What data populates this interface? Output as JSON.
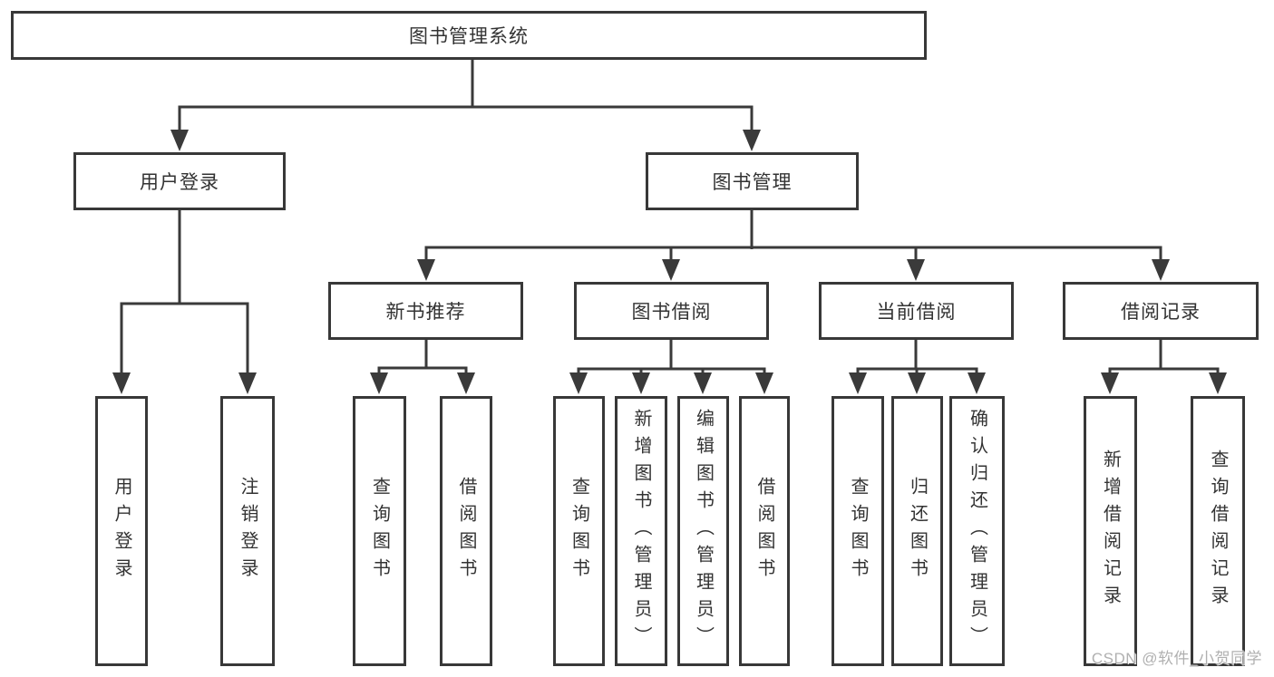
{
  "watermark": "CSDN @软件_小贺同学",
  "colors": {
    "line": "#3a3a3a",
    "box_border": "#383838",
    "text": "#333333",
    "watermark": "#b0b0b0",
    "background": "#ffffff"
  },
  "nodes": {
    "root": "图书管理系统",
    "user_login": "用户登录",
    "book_mgmt": "图书管理",
    "new_book_rec": "新书推荐",
    "book_borrow": "图书借阅",
    "current_borrow": "当前借阅",
    "borrow_record": "借阅记录",
    "leaf_user_login": "用户登录",
    "leaf_logout": "注销登录",
    "leaf_query_book_rec": "查询图书",
    "leaf_borrow_book_rec": "借阅图书",
    "leaf_query_book_borrow": "查询图书",
    "leaf_add_book": "新增图书（管理员）",
    "leaf_edit_book": "编辑图书（管理员）",
    "leaf_borrow_book_borrow": "借阅图书",
    "leaf_query_book_current": "查询图书",
    "leaf_return_book": "归还图书",
    "leaf_confirm_return": "确认归还（管理员）",
    "leaf_add_record": "新增借阅记录",
    "leaf_query_record": "查询借阅记录"
  },
  "hierarchy": {
    "图书管理系统": {
      "用户登录": [
        "用户登录",
        "注销登录"
      ],
      "图书管理": {
        "新书推荐": [
          "查询图书",
          "借阅图书"
        ],
        "图书借阅": [
          "查询图书",
          "新增图书（管理员）",
          "编辑图书（管理员）",
          "借阅图书"
        ],
        "当前借阅": [
          "查询图书",
          "归还图书",
          "确认归还（管理员）"
        ],
        "借阅记录": [
          "新增借阅记录",
          "查询借阅记录"
        ]
      }
    }
  }
}
